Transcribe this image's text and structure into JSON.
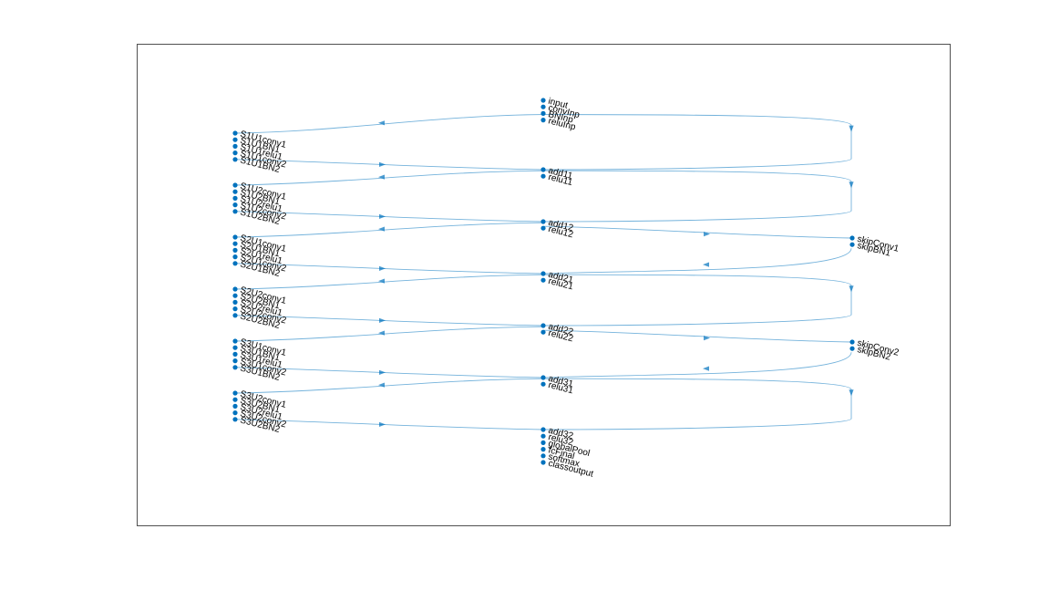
{
  "figure": {
    "background": "#ffffff",
    "axes_color": "#262626",
    "node_color": "#0072bd",
    "edge_color": "#0072bd"
  },
  "columns": {
    "main": [
      "input",
      "convInp",
      "BNInp",
      "reluInp",
      "add11",
      "relu11",
      "add12",
      "relu12",
      "add21",
      "relu21",
      "add22",
      "relu22",
      "add31",
      "relu31",
      "add32",
      "relu32",
      "globalPool",
      "fcFinal",
      "softmax",
      "classoutput"
    ],
    "left_units": [
      [
        "S1U1conv1",
        "S1U1BN1",
        "S1U1relu1",
        "S1U1conv2",
        "S1U1BN2"
      ],
      [
        "S1U2conv1",
        "S1U2BN1",
        "S1U2relu1",
        "S1U2conv2",
        "S1U2BN2"
      ],
      [
        "S2U1conv1",
        "S2U1BN1",
        "S2U1relu1",
        "S2U1conv2",
        "S2U1BN2"
      ],
      [
        "S2U2conv1",
        "S2U2BN1",
        "S2U2relu1",
        "S2U2conv2",
        "S2U2BN2"
      ],
      [
        "S3U1conv1",
        "S3U1BN1",
        "S3U1relu1",
        "S3U1conv2",
        "S3U1BN2"
      ],
      [
        "S3U2conv1",
        "S3U2BN1",
        "S3U2relu1",
        "S3U2conv2",
        "S3U2BN2"
      ]
    ],
    "skip_units": [
      [
        "skipConv1",
        "skipBN1"
      ],
      [
        "skipConv2",
        "skipBN2"
      ]
    ]
  }
}
